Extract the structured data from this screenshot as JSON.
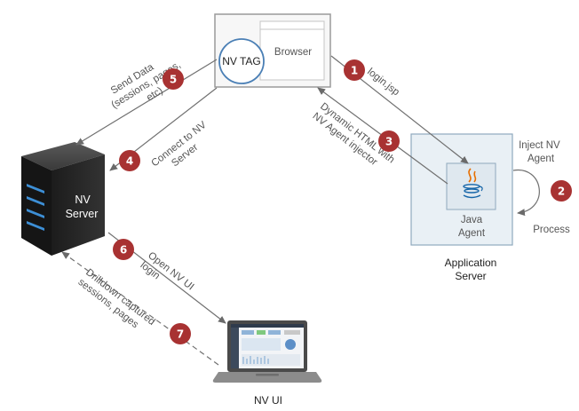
{
  "browser": {
    "title": "Browser",
    "tag_label": "NV TAG"
  },
  "server": {
    "line1": "NV",
    "line2": "Server"
  },
  "app_server": {
    "agent_line1": "Java",
    "agent_line2": "Agent",
    "caption_line1": "Application",
    "caption_line2": "Server"
  },
  "laptop": {
    "caption": "NV UI"
  },
  "steps": [
    {
      "number": "1",
      "lines": [
        "login.jsp"
      ]
    },
    {
      "number": "2",
      "lines": [
        "Inject NV",
        "Agent"
      ],
      "extra": "Process"
    },
    {
      "number": "3",
      "lines": [
        "Dynamic HTML with",
        "NV Agent injector"
      ]
    },
    {
      "number": "4",
      "lines": [
        "Connect to NV",
        "Server"
      ]
    },
    {
      "number": "5",
      "lines": [
        "Send Data",
        "(sessions, pages,",
        "etc)"
      ]
    },
    {
      "number": "6",
      "lines": [
        "Open NV UI",
        "login"
      ]
    },
    {
      "number": "7",
      "lines": [
        "Drilldown captured",
        "sessions, pages"
      ]
    }
  ],
  "colors": {
    "badge": "#a83232",
    "arrow": "#707070",
    "app_fill": "#e9f0f5",
    "app_border": "#8fa9bd",
    "server_body": "#2a2a2a",
    "server_led": "#3d8fd6"
  }
}
